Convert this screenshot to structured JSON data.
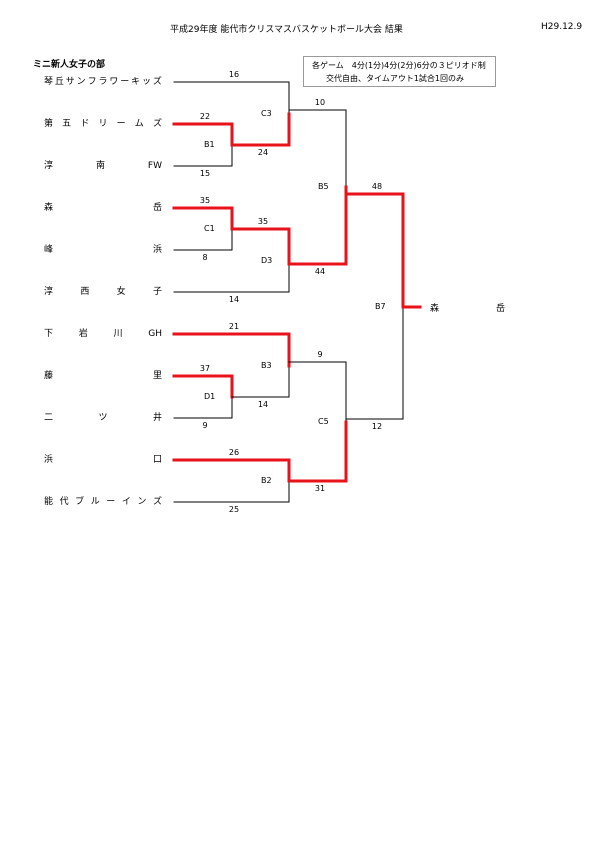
{
  "header": {
    "title": "平成29年度 能代市クリスマスバスケットボール大会 結果",
    "date": "H29.12.9"
  },
  "division": "ミニ新人女子の部",
  "rules": {
    "line1": "各ゲーム　4分(1分)4分(2分)6分の３ピリオド制",
    "line2": "交代自由、タイムアウト1試合1回のみ"
  },
  "colors": {
    "winner_line": "#e8121b",
    "loser_line": "#000000"
  },
  "teams": [
    {
      "chars": [
        "琴",
        "丘",
        "サ",
        "ン",
        "フ",
        "ラ",
        "ワ",
        "ー",
        "キ",
        "ッ",
        "ズ"
      ]
    },
    {
      "chars": [
        "第",
        "五",
        "ド",
        "リ",
        "ー",
        "ム",
        "ズ"
      ]
    },
    {
      "chars": [
        "淳",
        "南",
        "FW"
      ]
    },
    {
      "chars": [
        "森",
        "岳"
      ]
    },
    {
      "chars": [
        "峰",
        "浜"
      ]
    },
    {
      "chars": [
        "淳",
        "西",
        "女",
        "子"
      ]
    },
    {
      "chars": [
        "下",
        "岩",
        "川",
        "GH"
      ]
    },
    {
      "chars": [
        "藤",
        "里"
      ]
    },
    {
      "chars": [
        "二",
        "ツ",
        "井"
      ]
    },
    {
      "chars": [
        "浜",
        "口"
      ]
    },
    {
      "chars": [
        "能",
        "代",
        "ブ",
        "ル",
        "ー",
        "イ",
        "ン",
        "ズ"
      ]
    }
  ],
  "games": [
    {
      "id": "B1",
      "top_score": "22",
      "bottom_score": "15"
    },
    {
      "id": "C1",
      "top_score": "35",
      "bottom_score": "8"
    },
    {
      "id": "D1",
      "top_score": "37",
      "bottom_score": "9"
    },
    {
      "id": "C3",
      "top_score": "16",
      "bottom_score": "24"
    },
    {
      "id": "D3",
      "top_score": "35",
      "bottom_score": "14"
    },
    {
      "id": "B3",
      "top_score": "21",
      "bottom_score": "14"
    },
    {
      "id": "B2",
      "top_score": "26",
      "bottom_score": "25"
    },
    {
      "id": "B5",
      "top_score": "10",
      "bottom_score": "44"
    },
    {
      "id": "C5",
      "top_score": "9",
      "bottom_score": "31"
    },
    {
      "id": "B7",
      "top_score": "48",
      "bottom_score": "12"
    }
  ],
  "champion": {
    "chars": [
      "森",
      "岳"
    ]
  }
}
